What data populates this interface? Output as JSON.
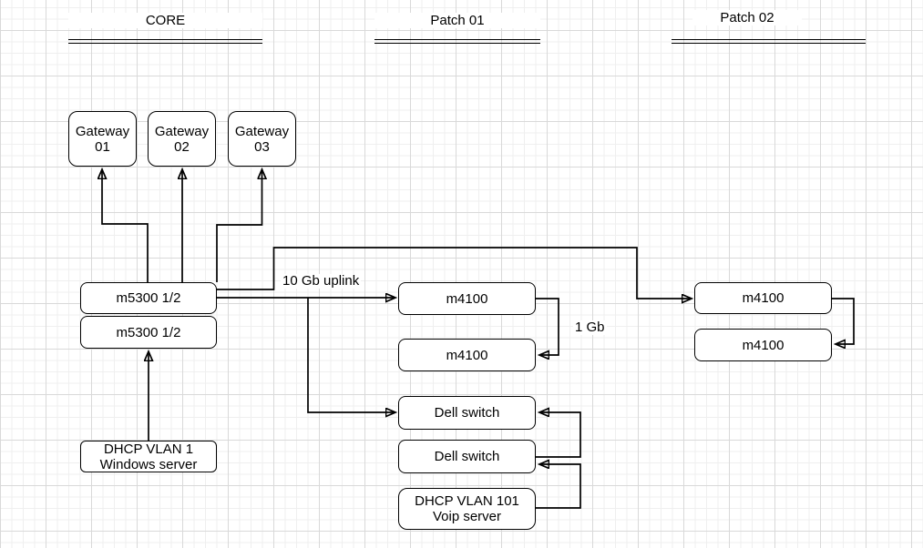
{
  "canvas": {
    "background": "#ffffff",
    "grid_minor_color": "#efefef",
    "grid_major_color": "#d9d9d9",
    "shape_fill": "#ffffff",
    "shape_stroke": "#000000",
    "text_color": "#000000"
  },
  "sections": [
    {
      "label": "CORE"
    },
    {
      "label": "Patch 01"
    },
    {
      "label": "Patch 02"
    }
  ],
  "nodes": [
    {
      "id": "gateway-01",
      "lines": [
        "Gateway",
        "01"
      ]
    },
    {
      "id": "gateway-02",
      "lines": [
        "Gateway",
        "02"
      ]
    },
    {
      "id": "gateway-03",
      "lines": [
        "Gateway",
        "03"
      ]
    },
    {
      "id": "m5300-top",
      "lines": [
        "m5300 1/2"
      ]
    },
    {
      "id": "m5300-bottom",
      "lines": [
        "m5300 1/2"
      ]
    },
    {
      "id": "dhcp-vlan-1",
      "lines": [
        "DHCP VLAN 1",
        "Windows server"
      ]
    },
    {
      "id": "m4100-patch01-top",
      "lines": [
        "m4100"
      ]
    },
    {
      "id": "m4100-patch01-bottom",
      "lines": [
        "m4100"
      ]
    },
    {
      "id": "dell-switch-1",
      "lines": [
        "Dell switch"
      ]
    },
    {
      "id": "dell-switch-2",
      "lines": [
        "Dell switch"
      ]
    },
    {
      "id": "dhcp-vlan-101",
      "lines": [
        "DHCP VLAN 101",
        "Voip server"
      ]
    },
    {
      "id": "m4100-patch02-top",
      "lines": [
        "m4100"
      ]
    },
    {
      "id": "m4100-patch02-bottom",
      "lines": [
        "m4100"
      ]
    }
  ],
  "edge_labels": [
    {
      "label": "10 Gb uplink"
    },
    {
      "label": "1 Gb"
    }
  ]
}
